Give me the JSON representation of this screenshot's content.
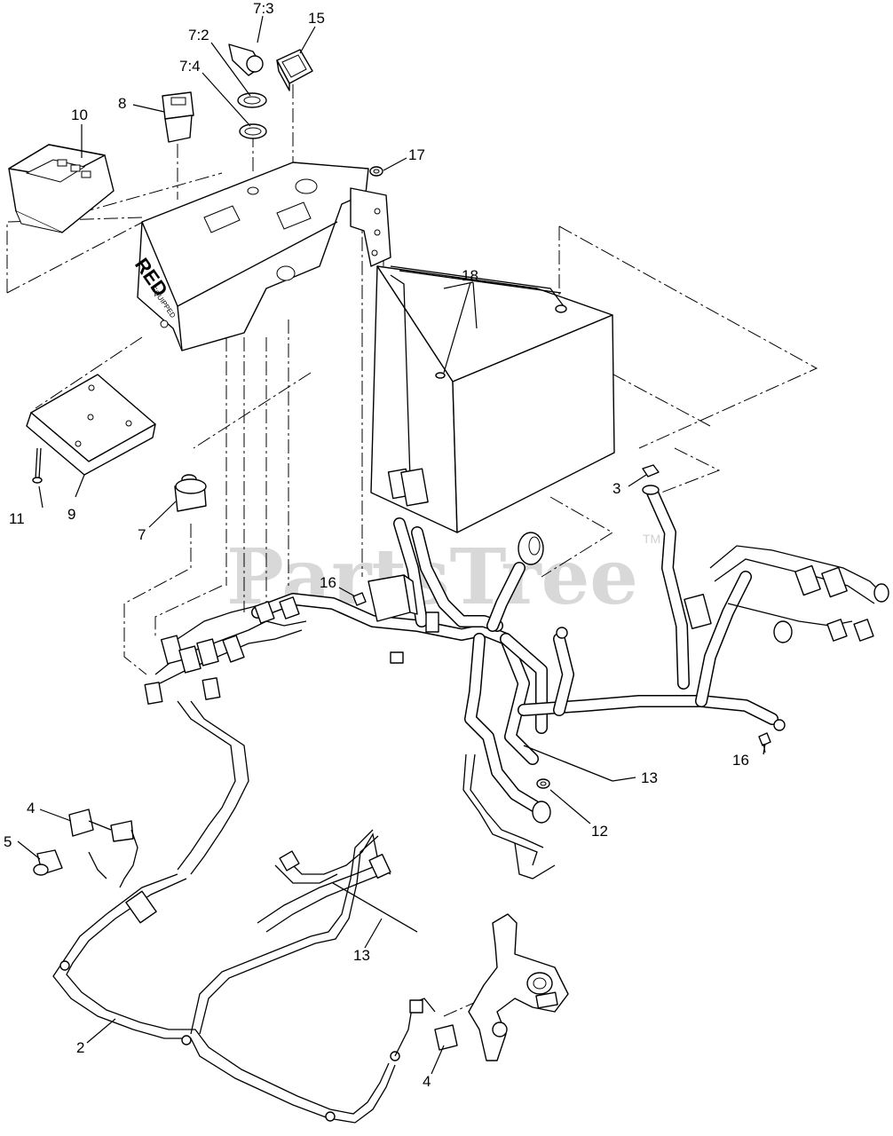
{
  "watermark": {
    "text": "PartsTree",
    "trademark": "TM"
  },
  "panel_logo": {
    "brand": "RED",
    "sub": "EQUIPPED"
  },
  "callouts": [
    {
      "id": "7-3",
      "label": "7:3"
    },
    {
      "id": "15",
      "label": "15"
    },
    {
      "id": "7-2",
      "label": "7:2"
    },
    {
      "id": "7-4",
      "label": "7:4"
    },
    {
      "id": "8",
      "label": "8"
    },
    {
      "id": "10",
      "label": "10"
    },
    {
      "id": "17",
      "label": "17"
    },
    {
      "id": "18",
      "label": "18"
    },
    {
      "id": "3",
      "label": "3"
    },
    {
      "id": "11",
      "label": "11"
    },
    {
      "id": "9",
      "label": "9"
    },
    {
      "id": "7",
      "label": "7"
    },
    {
      "id": "16-a",
      "label": "16"
    },
    {
      "id": "16-b",
      "label": "16"
    },
    {
      "id": "13-a",
      "label": "13"
    },
    {
      "id": "12",
      "label": "12"
    },
    {
      "id": "4-a",
      "label": "4"
    },
    {
      "id": "5",
      "label": "5"
    },
    {
      "id": "13-b",
      "label": "13"
    },
    {
      "id": "2",
      "label": "2"
    },
    {
      "id": "4-b",
      "label": "4"
    }
  ]
}
